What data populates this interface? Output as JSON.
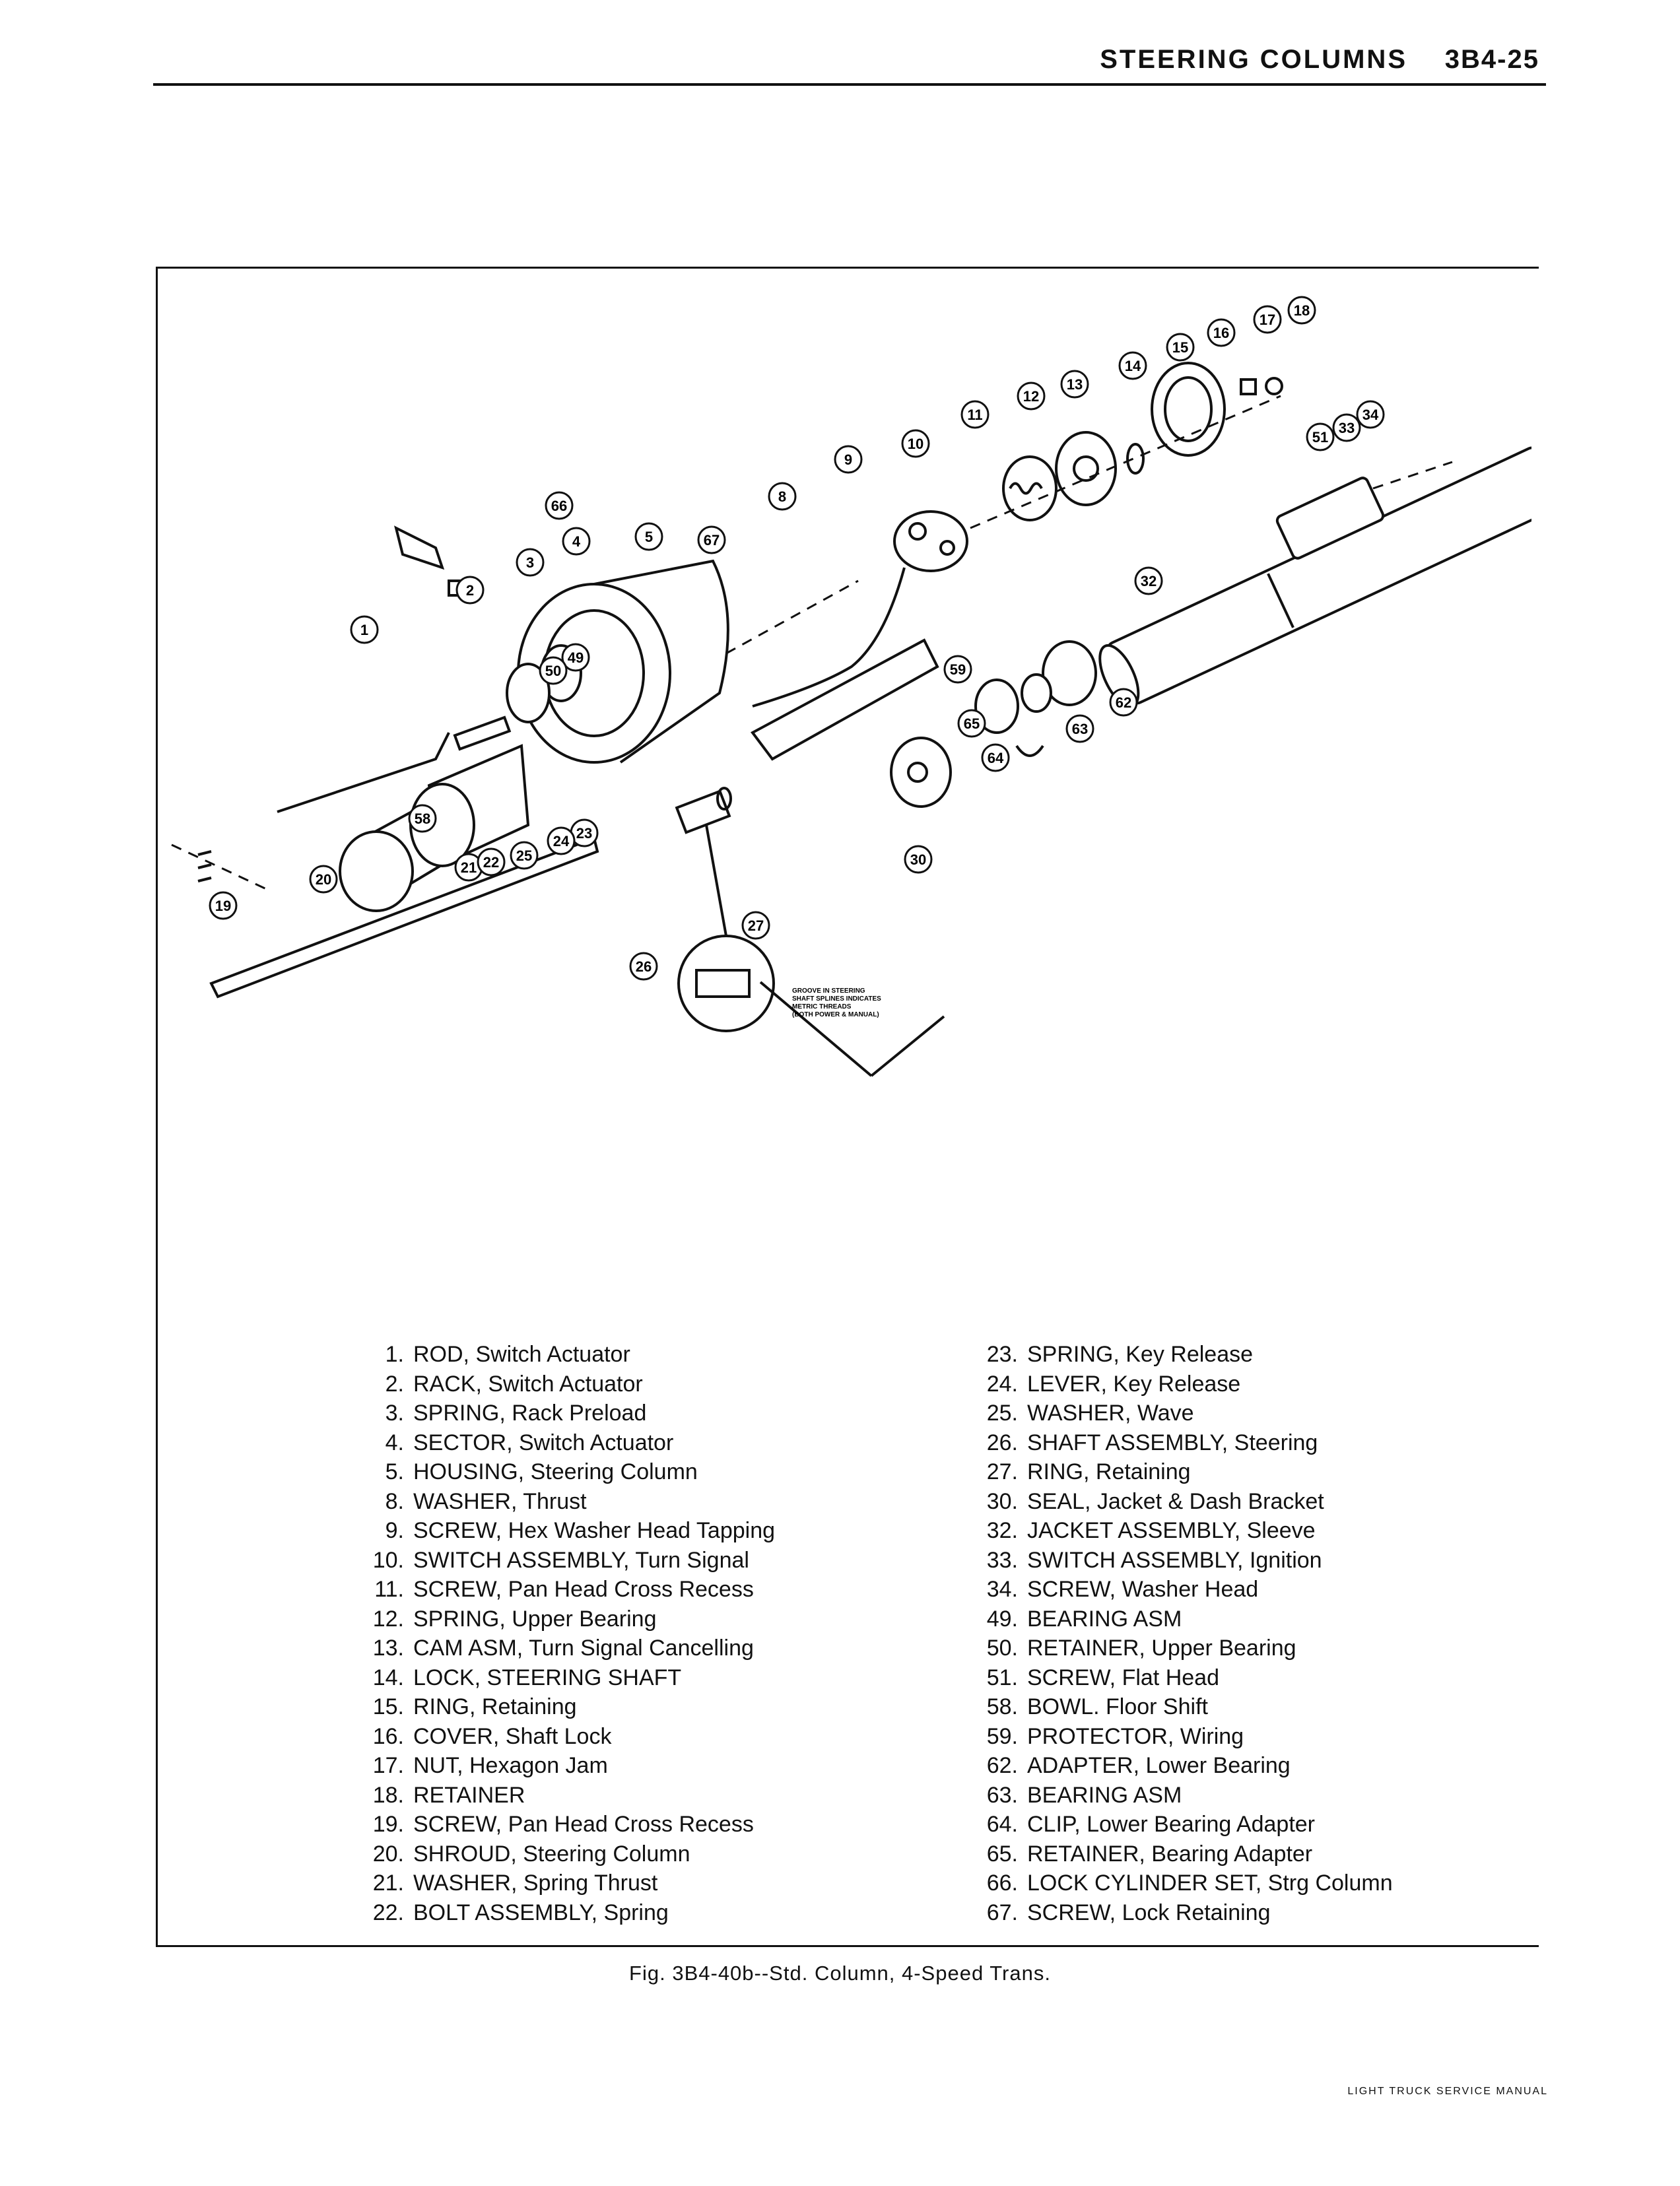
{
  "header": {
    "title": "STEERING COLUMNS",
    "page": "3B4-25"
  },
  "callouts": [
    "1",
    "2",
    "3",
    "4",
    "5",
    "8",
    "9",
    "10",
    "11",
    "12",
    "13",
    "14",
    "15",
    "16",
    "17",
    "18",
    "19",
    "20",
    "21",
    "22",
    "23",
    "24",
    "25",
    "26",
    "27",
    "30",
    "32",
    "33",
    "34",
    "49",
    "50",
    "51",
    "58",
    "59",
    "62",
    "63",
    "64",
    "65",
    "66",
    "67"
  ],
  "detail_note": [
    "GROOVE IN STEERING",
    "SHAFT SPLINES INDICATES",
    "METRIC THREADS",
    "(BOTH POWER & MANUAL)"
  ],
  "legend_left": [
    {
      "num": "1.",
      "text": "ROD, Switch Actuator"
    },
    {
      "num": "2.",
      "text": "RACK, Switch Actuator"
    },
    {
      "num": "3.",
      "text": "SPRING, Rack Preload"
    },
    {
      "num": "4.",
      "text": "SECTOR, Switch Actuator"
    },
    {
      "num": "5.",
      "text": "HOUSING, Steering Column"
    },
    {
      "num": "8.",
      "text": "WASHER, Thrust"
    },
    {
      "num": "9.",
      "text": "SCREW, Hex Washer Head Tapping"
    },
    {
      "num": "10.",
      "text": "SWITCH ASSEMBLY, Turn Signal"
    },
    {
      "num": "11.",
      "text": "SCREW, Pan Head Cross Recess"
    },
    {
      "num": "12.",
      "text": "SPRING, Upper Bearing"
    },
    {
      "num": "13.",
      "text": "CAM ASM, Turn Signal Cancelling"
    },
    {
      "num": "14.",
      "text": "LOCK, STEERING SHAFT"
    },
    {
      "num": "15.",
      "text": "RING, Retaining"
    },
    {
      "num": "16.",
      "text": "COVER, Shaft Lock"
    },
    {
      "num": "17.",
      "text": "NUT, Hexagon Jam"
    },
    {
      "num": "18.",
      "text": "RETAINER"
    },
    {
      "num": "19.",
      "text": "SCREW, Pan Head Cross Recess"
    },
    {
      "num": "20.",
      "text": "SHROUD, Steering Column"
    },
    {
      "num": "21.",
      "text": "WASHER, Spring Thrust"
    },
    {
      "num": "22.",
      "text": "BOLT ASSEMBLY, Spring"
    }
  ],
  "legend_right": [
    {
      "num": "23.",
      "text": "SPRING, Key Release"
    },
    {
      "num": "24.",
      "text": "LEVER, Key Release"
    },
    {
      "num": "25.",
      "text": "WASHER, Wave"
    },
    {
      "num": "26.",
      "text": "SHAFT ASSEMBLY, Steering"
    },
    {
      "num": "27.",
      "text": "RING, Retaining"
    },
    {
      "num": "30.",
      "text": "SEAL, Jacket & Dash Bracket"
    },
    {
      "num": "32.",
      "text": "JACKET ASSEMBLY, Sleeve"
    },
    {
      "num": "33.",
      "text": "SWITCH ASSEMBLY, Ignition"
    },
    {
      "num": "34.",
      "text": "SCREW, Washer Head"
    },
    {
      "num": "49.",
      "text": "BEARING ASM"
    },
    {
      "num": "50.",
      "text": "RETAINER, Upper Bearing"
    },
    {
      "num": "51.",
      "text": "SCREW, Flat Head"
    },
    {
      "num": "58.",
      "text": "BOWL. Floor Shift"
    },
    {
      "num": "59.",
      "text": "PROTECTOR, Wiring"
    },
    {
      "num": "62.",
      "text": "ADAPTER, Lower Bearing"
    },
    {
      "num": "63.",
      "text": "BEARING ASM"
    },
    {
      "num": "64.",
      "text": "CLIP, Lower Bearing Adapter"
    },
    {
      "num": "65.",
      "text": "RETAINER, Bearing Adapter"
    },
    {
      "num": "66.",
      "text": "LOCK CYLINDER SET, Strg Column"
    },
    {
      "num": "67.",
      "text": "SCREW, Lock Retaining"
    }
  ],
  "caption": "Fig. 3B4-40b--Std. Column, 4-Speed Trans.",
  "footer": "LIGHT TRUCK SERVICE MANUAL"
}
